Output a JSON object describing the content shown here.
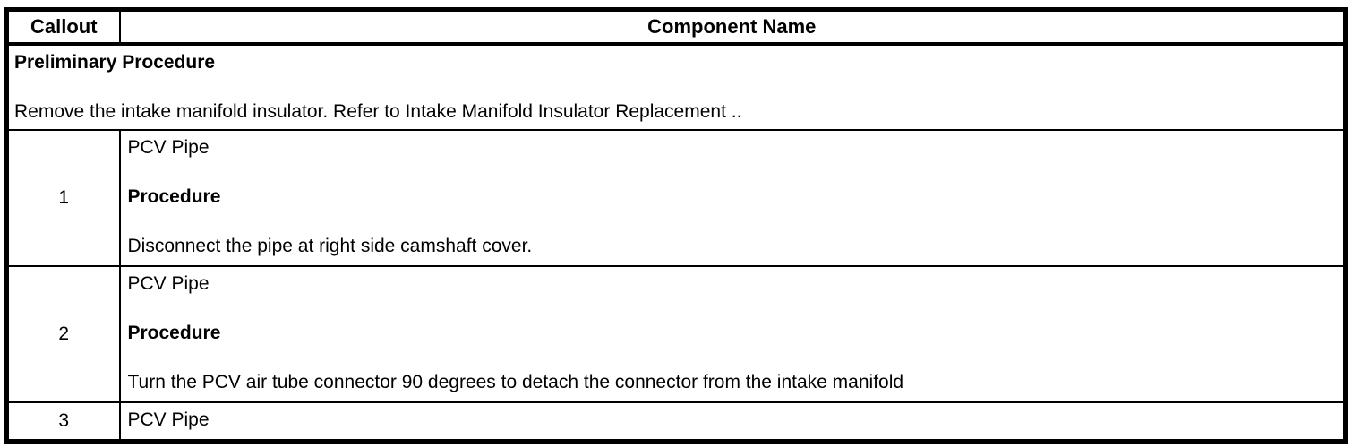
{
  "table": {
    "header": {
      "callout": "Callout",
      "component_name": "Component Name"
    },
    "preliminary": {
      "title": "Preliminary Procedure",
      "text": "Remove the intake manifold insulator. Refer to Intake Manifold Insulator Replacement .."
    },
    "rows": [
      {
        "callout": "1",
        "component": "PCV Pipe",
        "procedure_label": "Procedure",
        "procedure_text": "Disconnect the pipe at right side camshaft cover."
      },
      {
        "callout": "2",
        "component": "PCV Pipe",
        "procedure_label": "Procedure",
        "procedure_text": "Turn the PCV air tube connector 90 degrees to detach the connector from the intake manifold"
      },
      {
        "callout": "3",
        "component": "PCV Pipe"
      }
    ]
  }
}
